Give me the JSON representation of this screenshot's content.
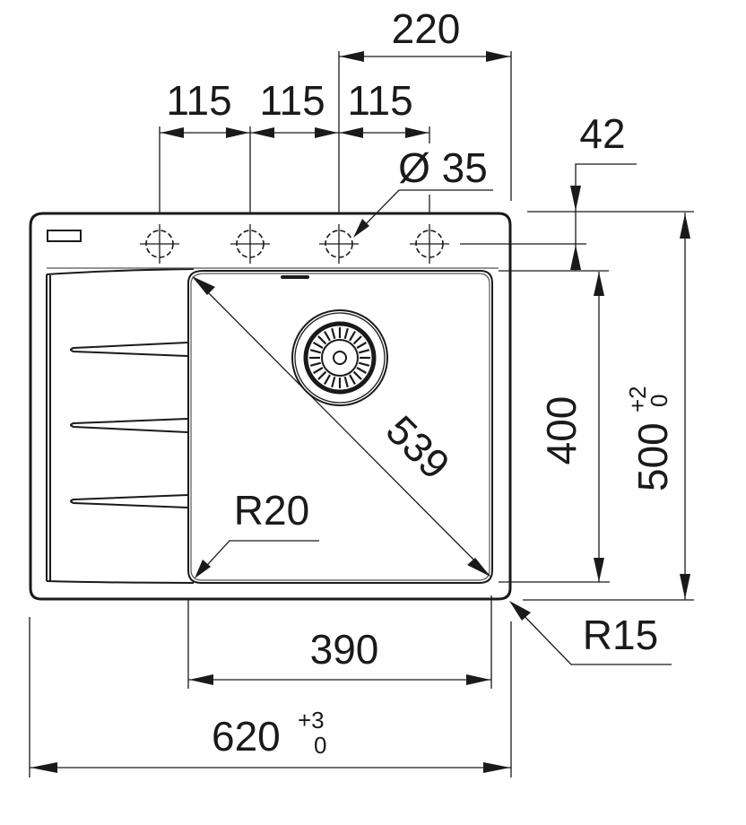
{
  "drawing": {
    "title": "Sink technical drawing",
    "units": "mm",
    "colors": {
      "line": "#1a1a1a",
      "background": "#ffffff"
    }
  },
  "dimensions": {
    "tap_hole_spacing_1": "115",
    "tap_hole_spacing_2": "115",
    "tap_hole_spacing_3": "115",
    "tap_hole_offset": "220",
    "tap_hole_diameter": "Ø 35",
    "tap_hole_edge_distance": "42",
    "bowl_diagonal": "539",
    "bowl_depth": "400",
    "overall_depth": "500",
    "overall_depth_tol_upper": "+2",
    "overall_depth_tol_lower": "0",
    "bowl_corner_radius": "R20",
    "outer_corner_radius": "R15",
    "bowl_width": "390",
    "overall_width": "620",
    "overall_width_tol_upper": "+3",
    "overall_width_tol_lower": "0"
  },
  "features": {
    "tap_holes": 4,
    "drainer_ribs": 3,
    "icons": [
      "tap-hole-icon",
      "waste-strainer-icon",
      "overflow-slot-icon",
      "logo-plate-icon"
    ]
  }
}
